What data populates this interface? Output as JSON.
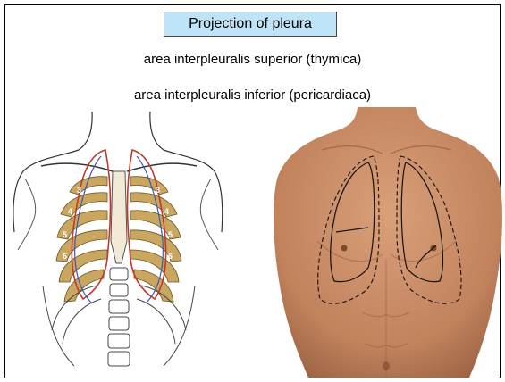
{
  "slide": {
    "title": "Projection of pleura",
    "captions": [
      "area interpleuralis superior (thymica)",
      "area interpleuralis inferior (pericardiaca)"
    ]
  },
  "figures": {
    "left": {
      "rib_numbers": [
        "3",
        "4",
        "5",
        "6",
        "3",
        "4",
        "5",
        "6"
      ]
    },
    "right": {}
  },
  "colors": {
    "title_bg": "#bfe3f7",
    "bone": "#c9a760",
    "pleura_red": "#c0392b",
    "pleura_blue": "#3b55b0",
    "skin": "#c98a62"
  }
}
